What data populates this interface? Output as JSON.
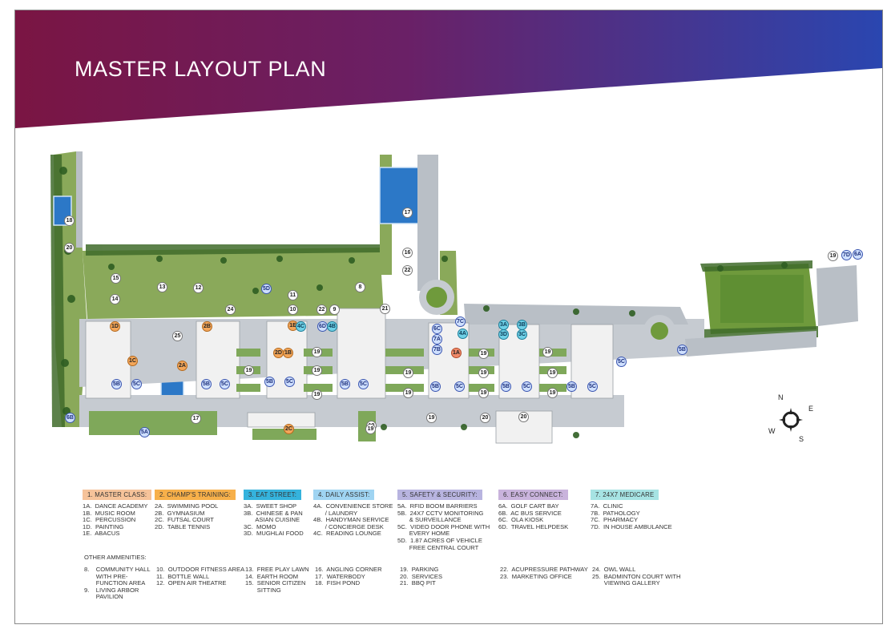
{
  "title": "MASTER LAYOUT PLAN",
  "colors": {
    "banner_start": "#7a1543",
    "banner_end": "#2a46b0",
    "master_class": "#f6c39a",
    "champs_training": "#f7b04a",
    "eat_street": "#35b3dd",
    "daily_assist": "#9fd4f2",
    "safety": "#b8b4e0",
    "easy_connect": "#c9b3dc",
    "medicare": "#a6e3e3"
  },
  "compass": {
    "n": "N",
    "e": "E",
    "s": "S",
    "w": "W"
  },
  "map_labels": [
    {
      "t": "18",
      "c": "white"
    },
    {
      "t": "20",
      "c": "white"
    },
    {
      "t": "15",
      "c": "white"
    },
    {
      "t": "13",
      "c": "white"
    },
    {
      "t": "12",
      "c": "white"
    },
    {
      "t": "14",
      "c": "white"
    },
    {
      "t": "24",
      "c": "white"
    },
    {
      "t": "5D",
      "c": "blue"
    },
    {
      "t": "11",
      "c": "white"
    },
    {
      "t": "10",
      "c": "white"
    },
    {
      "t": "8",
      "c": "white"
    },
    {
      "t": "22",
      "c": "white"
    },
    {
      "t": "9",
      "c": "white"
    },
    {
      "t": "21",
      "c": "white"
    },
    {
      "t": "17",
      "c": "white"
    },
    {
      "t": "16",
      "c": "white"
    },
    {
      "t": "22",
      "c": "white"
    },
    {
      "t": "1D",
      "c": "orange"
    },
    {
      "t": "2B",
      "c": "orange"
    },
    {
      "t": "25",
      "c": "white"
    },
    {
      "t": "1E",
      "c": "orange"
    },
    {
      "t": "4C",
      "c": "teal"
    },
    {
      "t": "6D",
      "c": "blue"
    },
    {
      "t": "4B",
      "c": "teal"
    },
    {
      "t": "1C",
      "c": "orange"
    },
    {
      "t": "2A",
      "c": "orange"
    },
    {
      "t": "2D",
      "c": "orange"
    },
    {
      "t": "1B",
      "c": "orange"
    },
    {
      "t": "19",
      "c": "white"
    },
    {
      "t": "19",
      "c": "white"
    },
    {
      "t": "19",
      "c": "white"
    },
    {
      "t": "19",
      "c": "white"
    },
    {
      "t": "5B",
      "c": "blue"
    },
    {
      "t": "5C",
      "c": "blue"
    },
    {
      "t": "5B",
      "c": "blue"
    },
    {
      "t": "5C",
      "c": "blue"
    },
    {
      "t": "5B",
      "c": "blue"
    },
    {
      "t": "5C",
      "c": "blue"
    },
    {
      "t": "5B",
      "c": "blue"
    },
    {
      "t": "5C",
      "c": "blue"
    },
    {
      "t": "6C",
      "c": "blue"
    },
    {
      "t": "7C",
      "c": "blue"
    },
    {
      "t": "7A",
      "c": "blue"
    },
    {
      "t": "4A",
      "c": "teal"
    },
    {
      "t": "7B",
      "c": "blue"
    },
    {
      "t": "1A",
      "c": "red"
    },
    {
      "t": "3A",
      "c": "teal"
    },
    {
      "t": "3B",
      "c": "teal"
    },
    {
      "t": "3D",
      "c": "teal"
    },
    {
      "t": "3C",
      "c": "teal"
    },
    {
      "t": "19",
      "c": "white"
    },
    {
      "t": "19",
      "c": "white"
    },
    {
      "t": "19",
      "c": "white"
    },
    {
      "t": "19",
      "c": "white"
    },
    {
      "t": "19",
      "c": "white"
    },
    {
      "t": "19",
      "c": "white"
    },
    {
      "t": "19",
      "c": "white"
    },
    {
      "t": "19",
      "c": "white"
    },
    {
      "t": "5B",
      "c": "blue"
    },
    {
      "t": "5C",
      "c": "blue"
    },
    {
      "t": "5B",
      "c": "blue"
    },
    {
      "t": "5C",
      "c": "blue"
    },
    {
      "t": "5B",
      "c": "blue"
    },
    {
      "t": "5C",
      "c": "blue"
    },
    {
      "t": "5B",
      "c": "blue"
    },
    {
      "t": "5C",
      "c": "blue"
    },
    {
      "t": "5A",
      "c": "blue"
    },
    {
      "t": "19",
      "c": "white"
    },
    {
      "t": "19",
      "c": "white"
    },
    {
      "t": "7D",
      "c": "blue"
    },
    {
      "t": "6A",
      "c": "blue"
    },
    {
      "t": "6B",
      "c": "blue"
    },
    {
      "t": "17",
      "c": "white"
    },
    {
      "t": "2C",
      "c": "orange"
    },
    {
      "t": "19",
      "c": "white"
    },
    {
      "t": "19",
      "c": "white"
    },
    {
      "t": "20",
      "c": "white"
    },
    {
      "t": "20",
      "c": "white"
    },
    {
      "t": "20",
      "c": "white"
    }
  ],
  "legend": [
    {
      "head": "1.   MASTER CLASS:",
      "color": "master_class",
      "items": [
        "1A.  DANCE ACADEMY",
        "1B.  MUSIC ROOM",
        "1C.  PERCUSSION",
        "1D.  PAINTING",
        "1E.  ABACUS"
      ]
    },
    {
      "head": "2.   CHAMP'S TRAINING:",
      "color": "champs_training",
      "items": [
        "2A.  SWIMMING POOL",
        "2B.  GYMNASIUM",
        "2C.  FUTSAL COURT",
        "2D.  TABLE TENNIS"
      ]
    },
    {
      "head": "3.   EAT STREET:",
      "color": "eat_street",
      "items": [
        "3A.  SWEET SHOP",
        "3B.  CHINESE & PAN",
        "       ASIAN CUISINE",
        "3C.  MOMO",
        "3D.  MUGHLAI FOOD"
      ]
    },
    {
      "head": "4.   DAILY ASSIST:",
      "color": "daily_assist",
      "items": [
        "4A.  CONVENIENCE STORE",
        "       / LAUNDRY",
        "4B.  HANDYMAN SERVICE",
        "       / CONCIERGE DESK",
        "4C.  READING LOUNGE"
      ]
    },
    {
      "head": "5.   SAFETY & SECURITY:",
      "color": "safety",
      "items": [
        "5A.  RFID BOOM BARRIERS",
        "5B.  24X7 CCTV MONITORING",
        "       & SURVEILLANCE",
        "5C.  VIDEO DOOR PHONE WITH",
        "       EVERY HOME",
        "5D.  1.87 ACRES OF VEHICLE",
        "       FREE CENTRAL COURT"
      ]
    },
    {
      "head": "6.   EASY CONNECT:",
      "color": "easy_connect",
      "items": [
        "6A.  GOLF CART BAY",
        "6B.  AC BUS SERVICE",
        "6C.  OLA KIOSK",
        "6D.  TRAVEL HELPDESK"
      ]
    },
    {
      "head": "7.   24X7 MEDICARE",
      "color": "medicare",
      "items": [
        "7A.  CLINIC",
        "7B.  PATHOLOGY",
        "7C.  PHARMACY",
        "7D.  IN HOUSE AMBULANCE"
      ]
    }
  ],
  "other_title": "OTHER AMMENITIES:",
  "other": [
    [
      "8.    COMMUNITY HALL",
      "       WITH PRE-",
      "       FUNCTION AREA",
      "9.    LIVING ARBOR",
      "       PAVILION"
    ],
    [
      "10.  OUTDOOR FITNESS AREA",
      "11.  BOTTLE WALL",
      "12.  OPEN AIR THEATRE"
    ],
    [
      "13.  FREE PLAY LAWN",
      "14.  EARTH ROOM",
      "15.  SENIOR CITIZEN",
      "       SITTING"
    ],
    [
      "16.  ANGLING CORNER",
      "17.  WATERBODY",
      "18.  FISH POND"
    ],
    [
      "19.  PARKING",
      "20.  SERVICES",
      "21.  BBQ PIT"
    ],
    [
      "22.  ACUPRESSURE PATHWAY",
      "23.  MARKETING OFFICE"
    ],
    [
      "24.  OWL WALL",
      "25.  BADMINTON COURT WITH",
      "       VIEWING GALLERY"
    ]
  ]
}
